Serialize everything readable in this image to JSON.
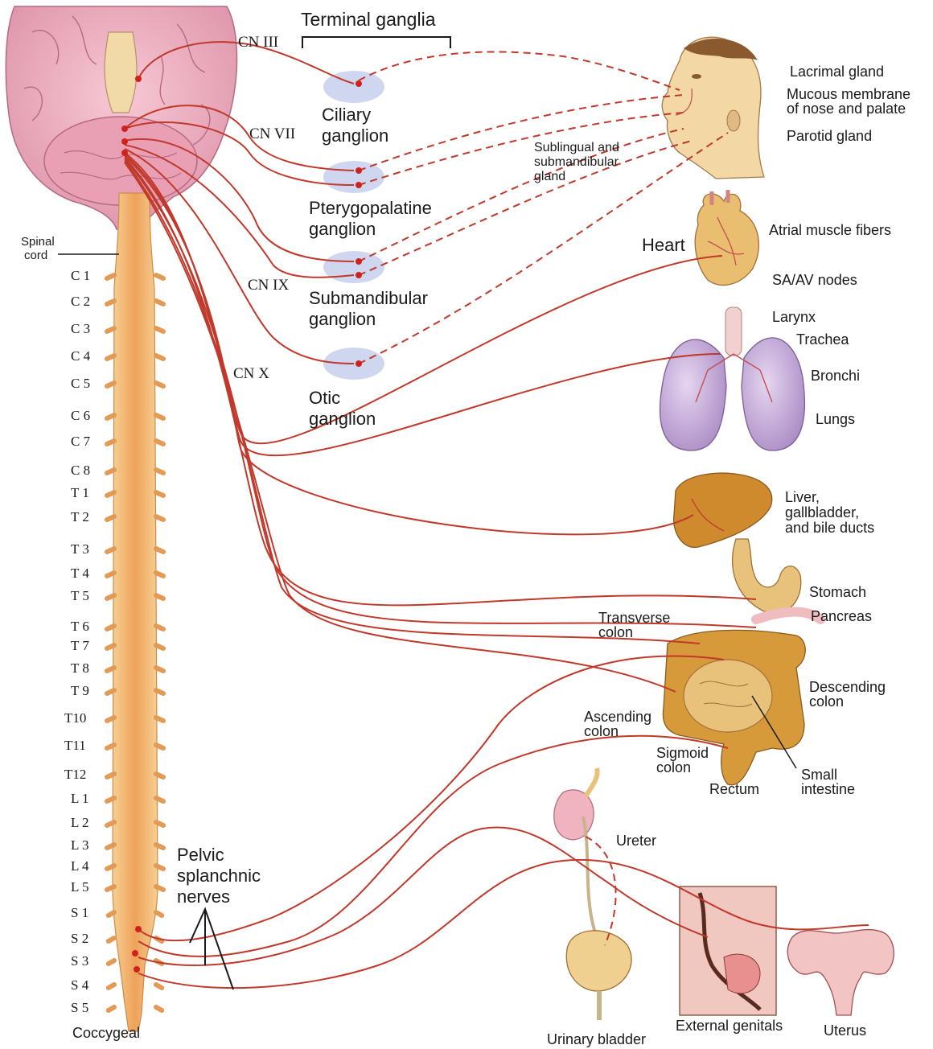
{
  "header": {
    "terminal_ganglia": "Terminal ganglia"
  },
  "cranial_nerves": [
    "CN III",
    "CN VII",
    "CN IX",
    "CN X"
  ],
  "ganglia": [
    {
      "line1": "Ciliary",
      "line2": "ganglion"
    },
    {
      "line1": "Pterygopalatine",
      "line2": "ganglion"
    },
    {
      "line1": "Submandibular",
      "line2": "ganglion"
    },
    {
      "line1": "Otic",
      "line2": "ganglion"
    }
  ],
  "spinal": {
    "cord_line1": "Spinal",
    "cord_line2": "cord",
    "segments": [
      "C 1",
      "C 2",
      "C 3",
      "C 4",
      "C 5",
      "C 6",
      "C 7",
      "C 8",
      "T 1",
      "T 2",
      "T 3",
      "T 4",
      "T 5",
      "T 6",
      "T 7",
      "T 8",
      "T 9",
      "T10",
      "T11",
      "T12",
      "L 1",
      "L 2",
      "L 3",
      "L 4",
      "L 5",
      "S 1",
      "S 2",
      "S 3",
      "S 4",
      "S 5"
    ],
    "coccygeal": "Coccygeal"
  },
  "pelvic": {
    "line1": "Pelvic",
    "line2": "splanchnic",
    "line3": "nerves"
  },
  "head_labels": {
    "lacrimal": "Lacrimal gland",
    "mucous1": "Mucous membrane",
    "mucous2": "of nose and palate",
    "parotid": "Parotid gland",
    "sub1": "Sublingual and",
    "sub2": "submandibular",
    "sub3": "gland"
  },
  "heart_labels": {
    "heart": "Heart",
    "atrial": "Atrial muscle fibers",
    "nodes": "SA/AV nodes"
  },
  "lung_labels": {
    "larynx": "Larynx",
    "trachea": "Trachea",
    "bronchi": "Bronchi",
    "lungs": "Lungs"
  },
  "liver_labels": {
    "l1": "Liver,",
    "l2": "gallbladder,",
    "l3": "and bile ducts"
  },
  "gut_labels": {
    "stomach": "Stomach",
    "pancreas": "Pancreas",
    "transverse1": "Transverse",
    "transverse2": "colon",
    "descending1": "Descending",
    "descending2": "colon",
    "ascending1": "Ascending",
    "ascending2": "colon",
    "sigmoid1": "Sigmoid",
    "sigmoid2": "colon",
    "rectum": "Rectum",
    "small1": "Small",
    "small2": "intestine"
  },
  "pelvic_labels": {
    "ureter": "Ureter",
    "bladder": "Urinary bladder",
    "genitals": "External genitals",
    "uterus": "Uterus"
  },
  "colors": {
    "nerve": "#c0392b",
    "cord": "#f2b069",
    "brain": "#f0aec0",
    "ganglion": "#cfd6f0"
  }
}
